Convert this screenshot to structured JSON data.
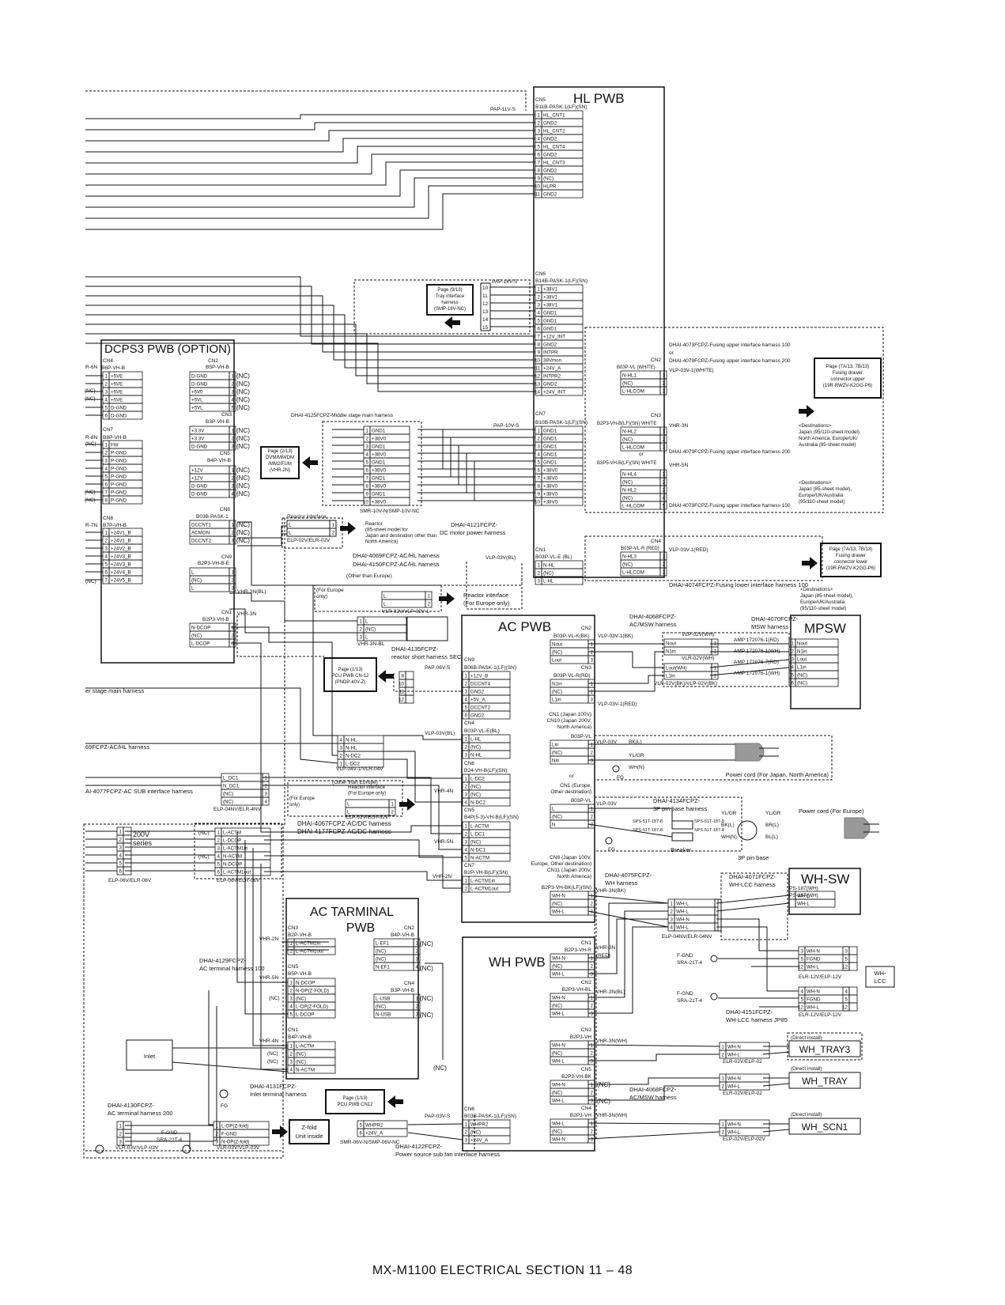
{
  "footer": "MX-M1100  ELECTRICAL SECTION  11 – 48",
  "boards": {
    "hl": {
      "title": "HL PWB"
    },
    "dcps3": {
      "title": "DCPS3 PWB (OPTION)"
    },
    "ac": {
      "title": "AC PWB"
    },
    "act": {
      "title": "AC TARMINAL PWB"
    },
    "wh": {
      "title": "WH PWB"
    },
    "mpsw": {
      "title": "MPSW"
    },
    "whsw": {
      "title": "WH-SW"
    }
  },
  "connectors": {
    "hl_cn5": {
      "id": "CN5",
      "type": "B11B-PASK-1(LF)(SN)",
      "harness": "PAP-11V-S",
      "pins": [
        "HL_CNT1",
        "GND2",
        "HL_CNT2",
        "GND2",
        "HL_CNT4",
        "GND2",
        "HL_CNT3",
        "GND2",
        "(NC)",
        "HLPR",
        "GND2"
      ]
    },
    "hl_cn6": {
      "id": "CN6",
      "type": "B14B-PASK-1(LF)(SN)",
      "harness": "PAP-14V-S",
      "pins": [
        "+38V1",
        "+38V1",
        "+38V1",
        "GND1",
        "GND1",
        "GND1",
        "+12V_INT",
        "GND2",
        "INTPR",
        "38Vmon",
        "+24V_A",
        "INTPR2",
        "GND2",
        "+24V_INT"
      ]
    },
    "hl_cn7": {
      "id": "CN7",
      "type": "B10B-PASK-1(LF)(SN)",
      "harness": "PAP-10V-S",
      "pins": [
        "GND1",
        "GND1",
        "GND1",
        "GND1",
        "GND1",
        "+38V0",
        "+38V0",
        "+38V0",
        "+38V0",
        "+38V0"
      ]
    },
    "hl_cn1": {
      "id": "CN1",
      "type": "B03P-VL-E (BL)",
      "pins": [
        "N-HL",
        "(NC)",
        "L-HL"
      ]
    },
    "dc_cn4": {
      "id": "CN4",
      "type": "B6P-VH-B",
      "pins": [
        "+5VE",
        "+5VE",
        "+5VE",
        "+5VE",
        "D-GND",
        "D-GND"
      ]
    },
    "dc_cn2": {
      "id": "CN2",
      "type": "B5P-VH-B",
      "pins": [
        "D-GND",
        "D-GND",
        "+5V0",
        "+5VL",
        "+5VL"
      ]
    },
    "dc_cn3": {
      "id": "CN3",
      "type": "B3P-VH-B",
      "pins": [
        "+3.3V",
        "+3.3V",
        "D-GND"
      ]
    },
    "dc_cn7": {
      "id": "CN7",
      "type": "B8P-VH-B",
      "pins": [
        "FW",
        "P-GND",
        "P-GND",
        "P-GND",
        "P-GND",
        "P-GND",
        "P-GND",
        "P-GND"
      ]
    },
    "dc_cn5": {
      "id": "CN5",
      "type": "B4P-VH-B",
      "pins": [
        "+12V",
        "+12V",
        "D-GND",
        "D-GND"
      ]
    },
    "dc_cn6": {
      "id": "CN6",
      "type": "B03B-PASK-1",
      "pins": [
        "DCCNT1",
        "ACMON",
        "DCCNT2"
      ]
    },
    "dc_cn8": {
      "id": "CN8",
      "type": "B7P-VH-B",
      "pins": [
        "+24V1_B",
        "+24V1_B",
        "+24V2_B",
        "+24V3_B",
        "+24V3_B",
        "+24V4_B",
        "+24V5_B"
      ]
    },
    "dc_cn9": {
      "id": "CN9",
      "type": "B2P3-VH-B-E",
      "pins": [
        "L",
        "(NC)",
        "L"
      ]
    },
    "dc_cn1": {
      "id": "CN1",
      "type": "B2P3-VH-B",
      "pins": [
        "N-DCOP",
        "(NC)",
        "L-DCOP"
      ]
    },
    "ac_cn2": {
      "id": "CN2",
      "type": "B03P-VL-K(BK)",
      "harness": "VLP-03V-1(BK)",
      "pins": [
        "Nout",
        "(NC)",
        "Lout"
      ]
    },
    "ac_cn3": {
      "id": "CN3",
      "type": "B03P-VL-R(RD)",
      "harness": "VLP-03V-1(RED)",
      "pins": [
        "N1in",
        "(NC)",
        "L1in"
      ]
    },
    "ac_cn9": {
      "id": "CN9",
      "type": "B06B-PASK-1(LF)(SN)",
      "harness": "PAP-06V-S",
      "pins": [
        "+12V_B",
        "DCCNT4",
        "GND2",
        "+5V_A",
        "DCCNT2",
        "GND2"
      ]
    },
    "ac_cn4": {
      "id": "CN4",
      "type": "B03P-VL-E(BL)",
      "harness": "VLP-03V(BL)",
      "pins": [
        "L-HL",
        "(NC)",
        "N-HL"
      ]
    },
    "ac_cn6": {
      "id": "CN6",
      "type": "B24-VH-B(LF)(SN)",
      "pins": [
        "L-DC2",
        "(NC)",
        "(NC)",
        "N-DC2"
      ]
    },
    "ac_cn5": {
      "id": "CN5",
      "type": "B4P(5-3)-VH-B(LF)(SN)",
      "pins": [
        "L-ACTM",
        "L-DC1",
        "(NC)",
        "N-DC1",
        "N-ACTM"
      ]
    },
    "ac_cn7": {
      "id": "CN7",
      "type": "B2P-VH-B(LF)(SN)",
      "pins": [
        "L-ACTM1in",
        "L-ACTM1out"
      ]
    },
    "ac_cn1a": {
      "id": "CN1 (Japan 100V)\nCN10 (Japan 200V,\nNorth America)",
      "type": "B03P-VL",
      "pins": [
        "Lin",
        "(NC)",
        "Nin"
      ]
    },
    "ac_cn1b": {
      "id": "CN1 (Europe,\nOther destination)",
      "type": "B03P-VL",
      "pins": [
        "L",
        "(NC)",
        "N"
      ]
    },
    "ac_cn8": {
      "id": "CN8 (Japan 100V,\nEurope, Other destination)\nCN11 (Japan 200V,\nNorth America)",
      "type": "B2P3-VH-BK(LF)(SN)",
      "pins": [
        "WH-N",
        "(NC)",
        "WH-L"
      ]
    },
    "at_cn3": {
      "id": "CN3",
      "type": "B2P-VH-B",
      "pins": [
        "L-ACTM1in",
        "L-ACTM1out"
      ]
    },
    "at_cn5": {
      "id": "CN5",
      "type": "B5P-VH-B",
      "pins": [
        "N-DCOP",
        "N-OP(Z-FOLD)",
        "(NC)",
        "L-OP(Z-FOLD)",
        "L-DCOP"
      ]
    },
    "at_cn1": {
      "id": "CN1",
      "type": "B4P-VH-B",
      "pins": [
        "L-ACTM",
        "(NC)",
        "(NC)",
        "N-ACTM"
      ]
    },
    "at_cn2": {
      "id": "CN2",
      "type": "B4P-VH-B",
      "pins": [
        "L-EF1",
        "(NC)",
        "(NC)",
        "N-EF1"
      ]
    },
    "at_cn4": {
      "id": "CN4",
      "type": "B3P-VH-B",
      "pins": [
        "L-USB",
        "(NC)",
        "N-USB"
      ]
    },
    "wh_cn1": {
      "id": "CN1",
      "type": "B2P3-VH-R",
      "harness": "VHR-3N(RED)",
      "pins": [
        "WH-N",
        "(NC)",
        "WH-L"
      ]
    },
    "wh_cn2": {
      "id": "CN2",
      "type": "B2P3-VH-BL",
      "harness": "VHR-3N(BL)",
      "pins": [
        "WH-N",
        "(NC)",
        "WH-L"
      ]
    },
    "wh_cn3": {
      "id": "CN3",
      "type": "B2P3-VH",
      "harness": "VHR-3N(WH)",
      "pins": [
        "WH-N",
        "(NC)",
        "WH-L"
      ]
    },
    "wh_cn5": {
      "id": "CN5",
      "type": "B2P3-VH-BK",
      "pins": [
        "WH-N",
        "(NC)",
        "WH-L"
      ]
    },
    "wh_cn4": {
      "id": "CN4",
      "type": "B2P3-VH",
      "harness": "VHR-3N(WH)",
      "pins": [
        "WH-L",
        "(NC)",
        "WH-N"
      ]
    },
    "wh_cn6": {
      "id": "CN6",
      "type": "B03B-PASK-1(LF)(SN)",
      "harness": "PAP-03V-S",
      "pins": [
        "WHPR2",
        "(NC)",
        "+24V_A"
      ]
    }
  },
  "labels": {
    "page9": [
      "Page (9/13)",
      "Tray interface",
      "harness",
      "(SMP-18V-NC)"
    ],
    "page2": [
      "Page (2/13)",
      "DVM/MM/DM",
      "/MM2/FUM",
      "(VHR-2N)"
    ],
    "page1a": [
      "Page (1/13)",
      "PCU PWB CN-12",
      "(PNDP-40V-Z)"
    ],
    "page1b": [
      "Page (1/13)",
      "PCU PWB CN12"
    ],
    "page7a": [
      "Page (7A/13, 7B/13)",
      "Fusing drawer",
      "connector upper",
      "(19R-RWZV-K2GG-P6)"
    ],
    "page7b": [
      "Page (7A/13, 7B/13)",
      "Fusing drawer",
      "connector lower",
      "(19R-RWZV-K2GG-P6)"
    ],
    "middle": "DHAI-4125FCPZ-Middle stage main harness",
    "dcmotor": [
      "DHAI-4121FCPZ-",
      "DC motor power harness"
    ],
    "smr10": "SMR-10V-N/SMP-10V-NC",
    "reactorIf": "Reactor interface",
    "reactor": [
      "Reactor",
      "(85-sheet model for",
      "Japan and destination other than",
      "North America)"
    ],
    "elp02": "ELP-02V/ELR-02V",
    "achl": [
      "DHAI-4069FCPZ-AC/HL harness",
      "DHAI-4150FCPZ-AC/HL harness"
    ],
    "otherEurope": "(Other than Europe)",
    "forEurope": [
      "(For Europe",
      "only)"
    ],
    "reactorEu": [
      "Reactor interface",
      "(For Europe only)"
    ],
    "vlr02": "VLR-02V/VLP-02V-1",
    "vhr3nbl": "VHR-3N(BL)",
    "vhr3n": "VHR-3N",
    "vhr3nbl2": "VHR-3N-BL",
    "shortHarness": [
      "DHAI-4135FCPZ-",
      "reactor short harness SEC"
    ],
    "erStage": "er stage main harness",
    "achlLeft": "69FCPZ-AC/HL harness",
    "acSub": "AI-4077FCPZ-AC SUB interface harness",
    "elp04": "ELP-04NV/ELR-4NV",
    "vlp04": "VLP-04V-1/VLR-04V",
    "otherEurope2": "(Other than Europe)",
    "reactorIfEu": [
      "Reactor interface",
      "(For Europe only)"
    ],
    "forEurope2": [
      "(For Europe",
      "only)"
    ],
    "elp02b": "ELP-02V/ELR-02V",
    "acdc": [
      "DHAI-4067FCPZ-AC/DC harness",
      "DHAI-4177FCPZ-AC/DC harness"
    ],
    "vhr4n": "VHR-4N",
    "vhr5n": "VHR-5N",
    "vhr2n": "VHR-2N",
    "s200v": [
      "200V",
      "series"
    ],
    "elp06a": "ELP-06V/ELR-06V",
    "elp06b": "ELP-06V/ELR-06V",
    "actm": [
      "L-ACTM",
      "L-DCOP",
      "L-ACTM1in",
      "N-ACTM",
      "N-DCOP",
      "L-ACTM1out"
    ],
    "acTerm100": [
      "DHAI-4129FCPZ-",
      "AC terminal harness 100"
    ],
    "acTerm200": [
      "DHAI-4130FCPZ-",
      "AC terminal harness 200"
    ],
    "inletHarness": [
      "DHAI-4131FCPZ-",
      "Inlet terminal harness"
    ],
    "inlet": "Inlet",
    "fg": "FG",
    "fgnd": "F-GND",
    "sra": "SRA-21T-4",
    "vlr03": "VLR-03V/VLP-03V",
    "zfoldPins": [
      "L-OP(Z-fold)",
      "F-GND",
      "N-OP(Z-fold)"
    ],
    "zfold": [
      "Z-fold",
      "Unit inside"
    ],
    "fanPins": [
      "WHPR2",
      "+24V_A"
    ],
    "smr06": "SMR-06V-N/SMP-06V-NC",
    "fan": [
      "DHAI-4122FCPZ-",
      "Power source sub fan interface harness"
    ],
    "acmsw": [
      "DHAI-4068FCPZ-",
      "AC/MSW harness"
    ],
    "msw": [
      "DHAI-4070FCPZ-",
      "MSW harness"
    ],
    "vlp02wh": "VLP-02V(WH)",
    "vlr02wh": "VLR-02V(WH)",
    "mswMid": [
      "Nout",
      "N1in",
      "Lout(WH)",
      "L1in"
    ],
    "amp": [
      "AMP 172076-1(RD)",
      "AMP 172076-1(WH)",
      "AMP 172076-7(RD)",
      "AMP 172076-1(WH)"
    ],
    "vlr02bk": "VLR-02V(BK)/VLP-02V(BK)",
    "mpswPins": [
      "Nout",
      "N1in",
      "Lout",
      "L1in",
      "(NC)",
      "(NC)"
    ],
    "vlp03bk": "VLP-03V",
    "bkl": "BK(L)",
    "ylgr": "YL/GR",
    "whn": "WH(N)",
    "cordJapan": "Power cord (For Japan, North America)",
    "vlp03v": "VLP-03V",
    "base3p": [
      "DHAI-4134FCPZ-",
      "3P pin base harness"
    ],
    "sps": [
      "SPS-51T-187-8",
      "SPS-51T-187-8",
      "SPS-51T-187-8",
      "SPS-51T-187-8"
    ],
    "ylgr2": "YL/GR",
    "bkl2": "BK(L)",
    "whn2": "WH(N)",
    "ylgr3": "YL/GR",
    "brl": "BR(L)",
    "bll": "BL(L)",
    "breaker": "Breaker",
    "pinbase": "3P pin base",
    "cordEurope": "Power cord (For Europe)",
    "whHarness": [
      "DHAI-4075FCPZ-",
      "WH harness"
    ],
    "vhr3nbk": "VHR-3N(BK)",
    "whlcc": [
      "DHAI-4071FCPZ-",
      "WH-LCC harness"
    ],
    "ps187": [
      "PS-187(WH)",
      "PS-187(WH)"
    ],
    "whswPins": [
      "WH-L",
      "WH-L"
    ],
    "whMid": [
      "WH-L",
      "WH-L",
      "WH-N",
      "WH-L"
    ],
    "elp04nv": "ELP-04NV/ELR-04NV",
    "lcc1Pins": [
      "WH-N",
      "FGND",
      "WH-L"
    ],
    "lcc1Nums": [
      "3",
      "5",
      "12"
    ],
    "elr12": "ELR-12V/ELP-12V",
    "lcc2Pins": [
      "WH-N",
      "FGND",
      "WH-L"
    ],
    "lcc2Nums": [
      "4",
      "5",
      "12"
    ],
    "elr12b": "ELR-12V/ELP-12V",
    "whlccBox": [
      "WH-",
      "LCC"
    ],
    "jp85": [
      "DHAI-4151FCPZ-",
      "WH-LCC harness JP85"
    ],
    "directInstall": "(Direct install)",
    "tray3": "WH_TRAY3",
    "tray": "WH_TRAY",
    "scn1": "WH_SCN1",
    "trayPins": [
      "WH-N",
      "WH-L"
    ],
    "elr02": "ELR-02V/ELP-02",
    "elp02c": "ELP-02V/ELP-02V",
    "acmsw2": [
      "DHAI-4068FCPZ-",
      "AC/MSW harness"
    ],
    "fusingUpper": [
      "DHAI-4073FCPZ-Fusing upper interface harness 100",
      "or",
      "DHAI-4079FCPZ-Fusing upper interface harness 200"
    ],
    "b03pWhite": "B03P-VL (WHITE)",
    "vlp03white": "VLP-03V-1(WHITE)",
    "cn2Upper": [
      "N-HL1",
      "(NC)",
      "L-HLCOM"
    ],
    "b2p3White": "B2P3-VH-B(LF)(SN) WHITE",
    "vhr3nw": "VHR-3N",
    "cn3Upper": [
      "N-HL2",
      "(NC)",
      "L-HLCOM"
    ],
    "or2": "or",
    "fusingUpper2": "DHAI-4079FCPZ-Fusing upper interface harness 200",
    "b3p5White": "B3P5-VH-B(LF)(SN) WHITE",
    "vhr5nw": "VHR-5N",
    "cn3Upper2": [
      "N-HL4",
      "(NC)",
      "N-HL2",
      "(NC)",
      "L-HLCOM"
    ],
    "fusingUpper3": "DHAI-4073FCPZ-Fusing upper interface harness 100",
    "dest1": [
      "<Destinations>",
      "Japan (95/110-sheet model)",
      "North America, Europe/UK/",
      "Australia (85-sheet model)"
    ],
    "dest2": [
      "<Destinations>",
      "Japan (85-sheet model),",
      "Europe/UK/Australia",
      "(95/110-sheet model)"
    ],
    "b03pRed": "B03P-VL-R (RED)",
    "vlp03red": "VLP-03V-1(RED)",
    "cn4Lower": [
      "N-HL3",
      "(NC)",
      "L-HLCOM"
    ],
    "fusingLower": "DHAI-4074FCPZ-Fusing lower interface harness 100",
    "dest3": [
      "<Destinations>",
      "Japan (85-sheet model),",
      "Europe/UK/Australia",
      "(95/110-sheet model)"
    ],
    "nc": "(NC)",
    "or": "or"
  }
}
